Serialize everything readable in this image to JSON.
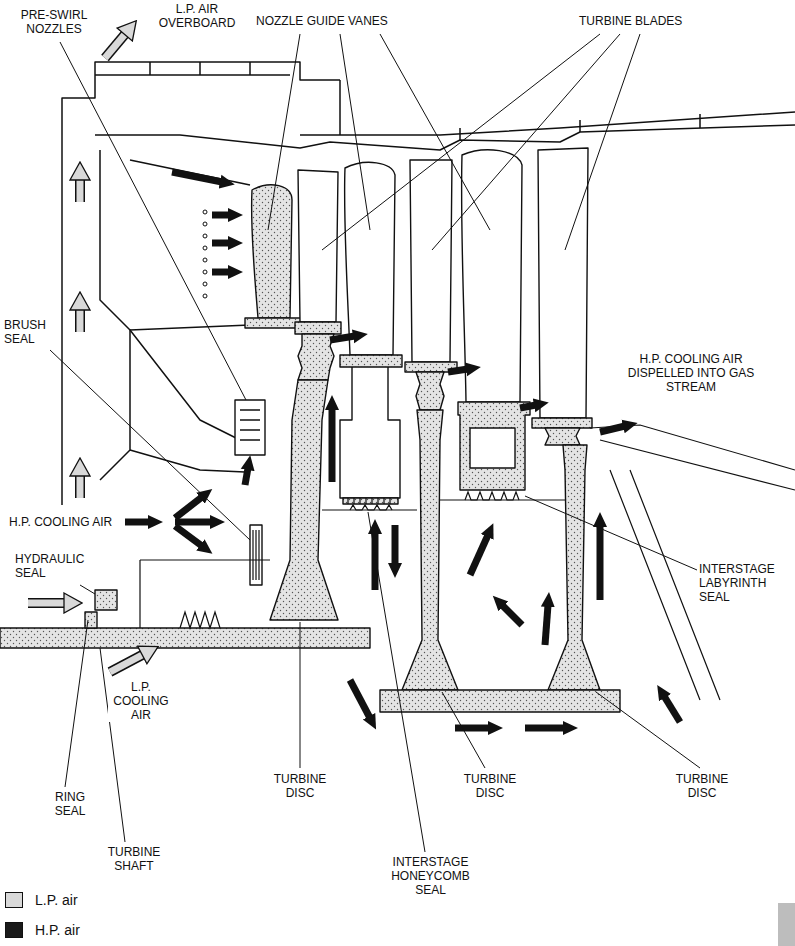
{
  "diagram": {
    "labels": [
      "PRE-SWIRL NOZZLES",
      "L.P. AIR OVERBOARD",
      "NOZZLE GUIDE VANES",
      "TURBINE BLADES",
      "BRUSH SEAL",
      "H.P. COOLING AIR DISPELLED INTO GAS STREAM",
      "H.P. COOLING AIR",
      "HYDRAULIC SEAL",
      "L.P. COOLING AIR",
      "INTERSTAGE LABYRINTH SEAL",
      "RING SEAL",
      "TURBINE SHAFT",
      "TURBINE DISC",
      "TURBINE DISC",
      "TURBINE DISC",
      "INTERSTAGE HONEYCOMB SEAL"
    ],
    "legend": [
      {
        "text": "L.P. air",
        "color": "#d9d9d9"
      },
      {
        "text": "H.P. air",
        "color": "#1a1a1a"
      }
    ]
  }
}
